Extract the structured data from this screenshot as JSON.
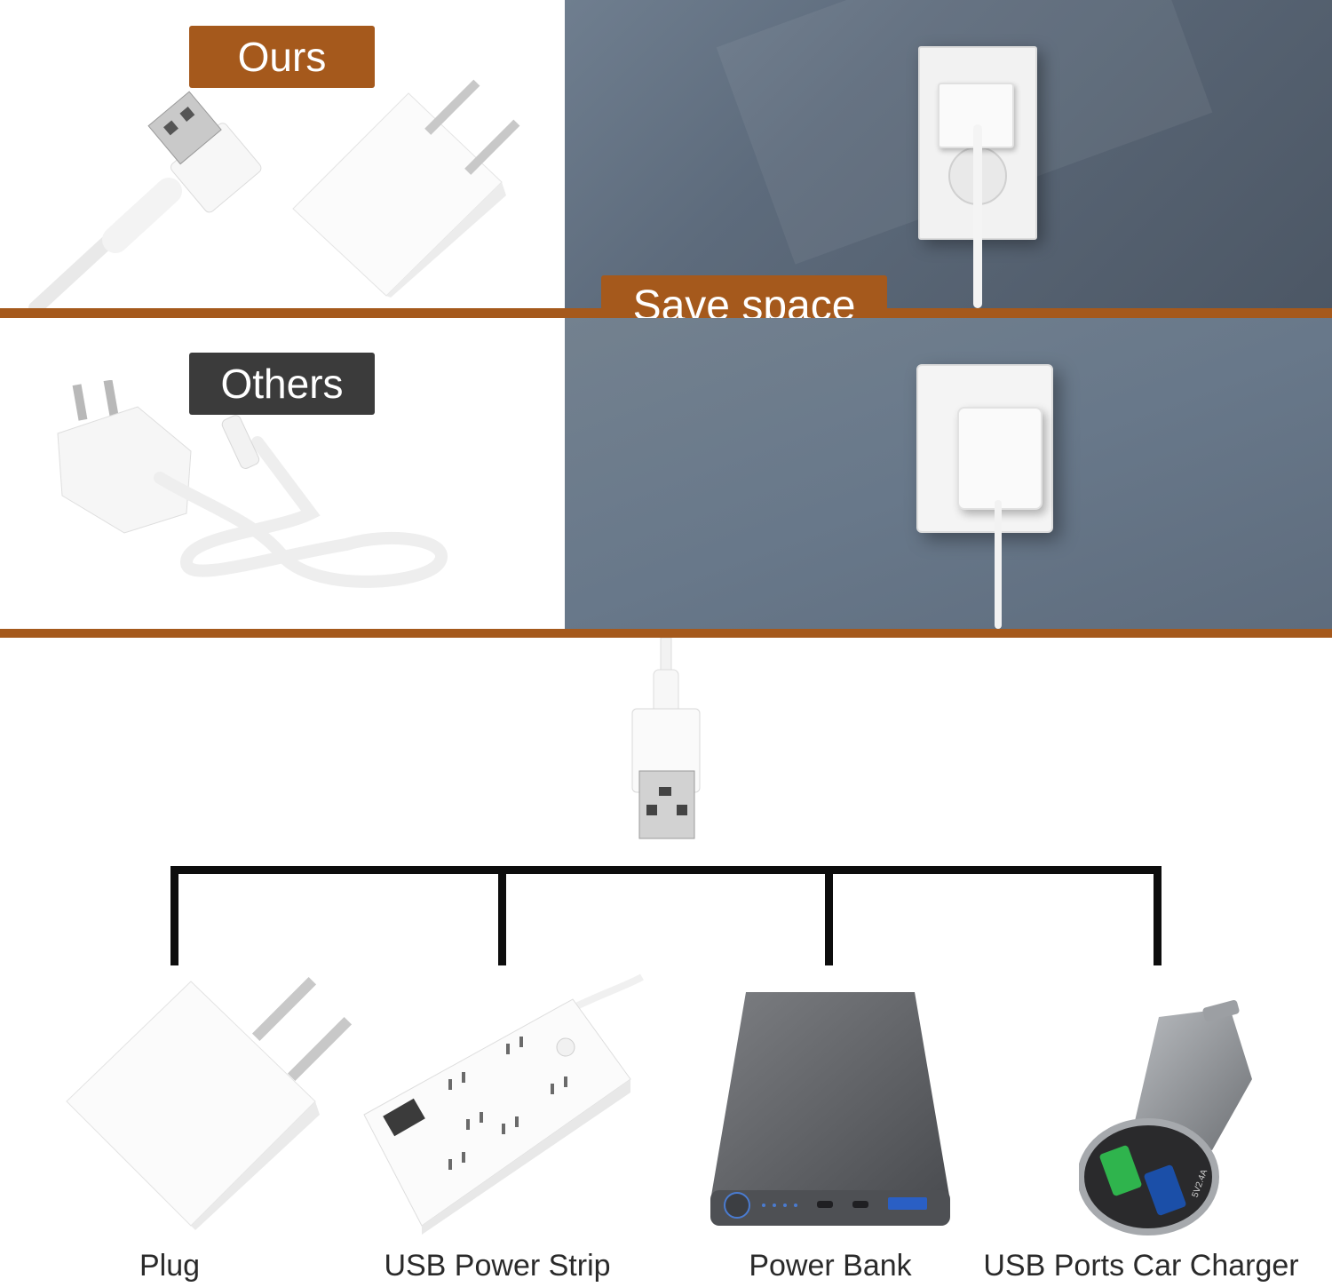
{
  "labels": {
    "ours": "Ours",
    "others": "Others",
    "save_space": "Save space"
  },
  "captions": [
    "Plug",
    "USB Power Strip",
    "Power Bank",
    "USB Ports Car Charger"
  ],
  "product_text": {
    "car_charger_port_label": "5V2.4A"
  },
  "colors": {
    "accent_brown": "#a5591c",
    "others_label_bg": "#3b3b3b",
    "wall_blue": "#5f6e80",
    "tree_line": "#0d0d0d"
  }
}
